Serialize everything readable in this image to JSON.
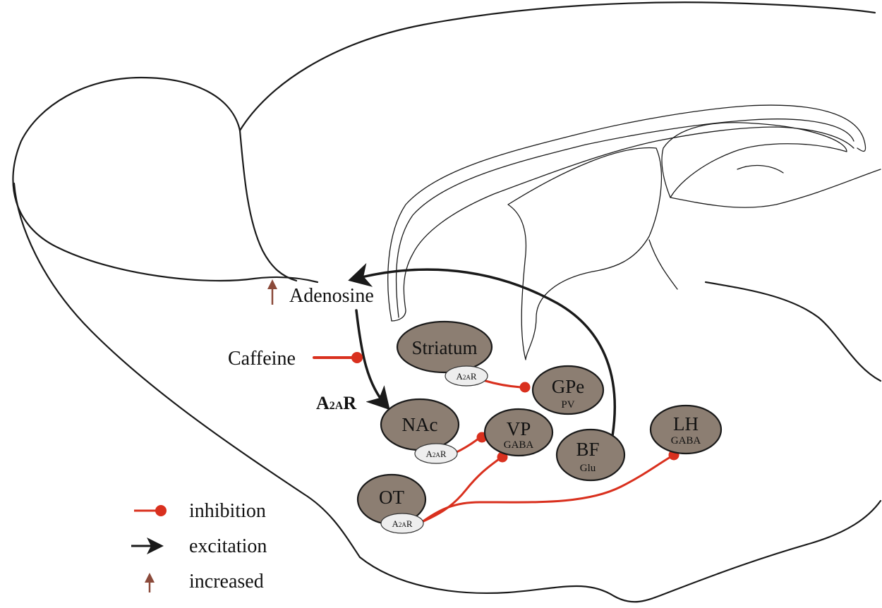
{
  "labels": {
    "adenosine": "Adenosine",
    "caffeine": "Caffeine",
    "a2ar_main": "A₂ₐR",
    "a2ar_main_base": "A",
    "a2ar_main_sub": "2A",
    "a2ar_main_end": "R"
  },
  "regions": {
    "striatum": {
      "name": "Striatum",
      "sub": ""
    },
    "gpe": {
      "name": "GPe",
      "sub": "PV"
    },
    "nac": {
      "name": "NAc",
      "sub": ""
    },
    "vp": {
      "name": "VP",
      "sub": "GABA"
    },
    "bf": {
      "name": "BF",
      "sub": "Glu"
    },
    "lh": {
      "name": "LH",
      "sub": "GABA"
    },
    "ot": {
      "name": "OT",
      "sub": ""
    }
  },
  "receptor": {
    "base": "A",
    "sub": "2A",
    "end": "R"
  },
  "legend": {
    "inhibition": "inhibition",
    "excitation": "excitation",
    "increased": "increased"
  },
  "colors": {
    "inhibition": "#d9301e",
    "excitation": "#1a1a1a",
    "increased": "#8b4a3a",
    "region_fill": "#8c7e72"
  }
}
